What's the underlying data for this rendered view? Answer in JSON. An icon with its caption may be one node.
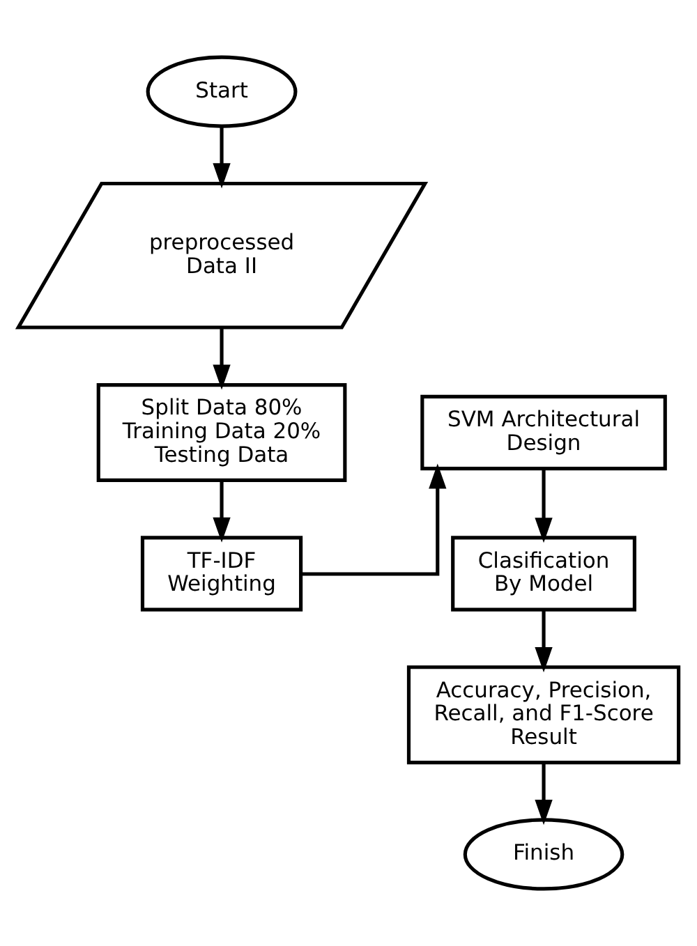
{
  "diagram": {
    "nodes": [
      {
        "text": [
          "Start"
        ]
      },
      {
        "text": [
          "preprocessed Data II"
        ]
      },
      {
        "text": [
          "Split Data 80% Training Data 20% Testing Data"
        ]
      },
      {
        "text": [
          "TF-IDF Weighting"
        ]
      },
      {
        "text": [
          "SVM Architectural Design"
        ]
      },
      {
        "text": [
          "Clasification By Model"
        ]
      },
      {
        "text": [
          "Accuracy, Precision, Recall, and F1-Score Result"
        ]
      },
      {
        "text": [
          "Finish"
        ]
      }
    ],
    "edges": [
      {
        "from": 0,
        "to": 1,
        "arrow": "to"
      },
      {
        "from": 1,
        "to": 2,
        "arrow": "to"
      },
      {
        "from": 2,
        "to": 3,
        "arrow": "to"
      },
      {
        "from": 3,
        "to": 4,
        "arrow": "to"
      },
      {
        "from": 4,
        "to": 5,
        "arrow": "to"
      },
      {
        "from": 5,
        "to": 6,
        "arrow": "to"
      },
      {
        "from": 6,
        "to": 7,
        "arrow": "to"
      }
    ]
  }
}
